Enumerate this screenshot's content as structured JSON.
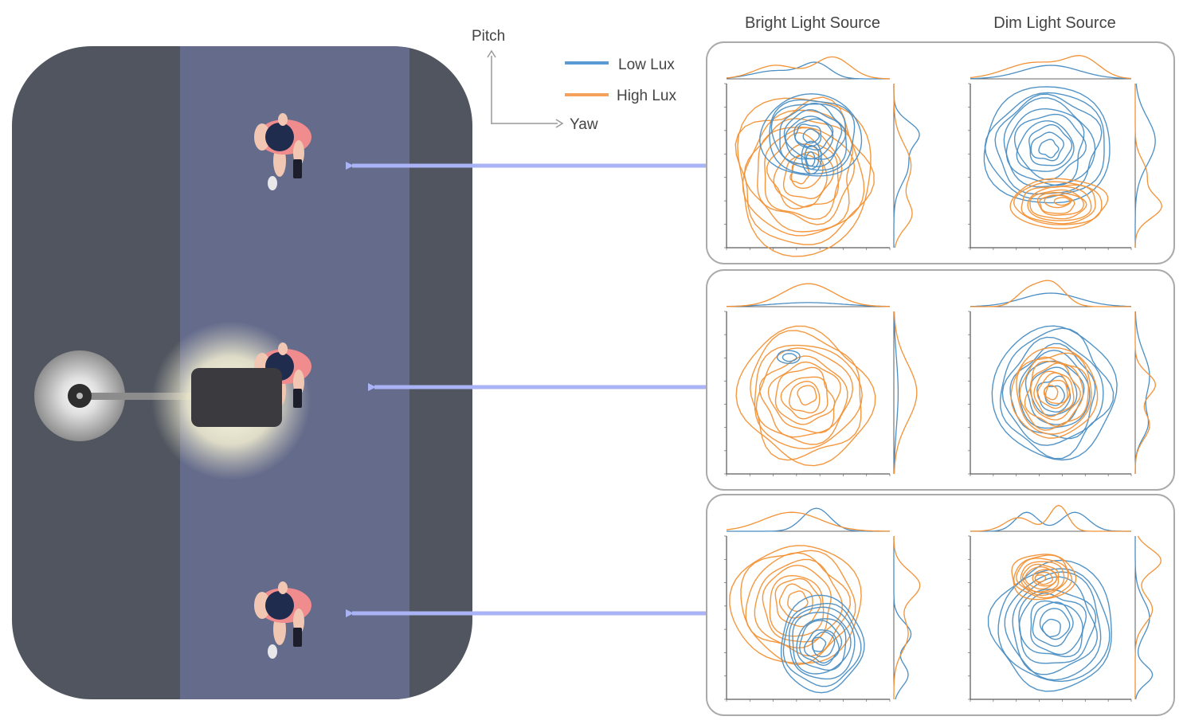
{
  "column_headers": [
    "Bright Light Source",
    "Dim Light Source"
  ],
  "axes": {
    "vertical_label": "Pitch",
    "horizontal_label": "Yaw"
  },
  "legend": [
    {
      "label": "Low Lux",
      "color": "#5b9bd5"
    },
    {
      "label": "High Lux",
      "color": "#f5a15a"
    }
  ],
  "colors": {
    "street_outer": "#50555f",
    "street_lane": "#646b8b",
    "arrow": "#aab3f5",
    "panel_border": "#aaaaaa",
    "low_lux": "#4a8ec4",
    "high_lux": "#f39236",
    "car": "#3b3b3f",
    "person_shirt": "#f08b8e",
    "person_hair": "#1f2c4d"
  },
  "scenes": [
    {
      "position": "before passing the street light"
    },
    {
      "position": "under the street light"
    },
    {
      "position": "after passing the street light"
    }
  ]
}
